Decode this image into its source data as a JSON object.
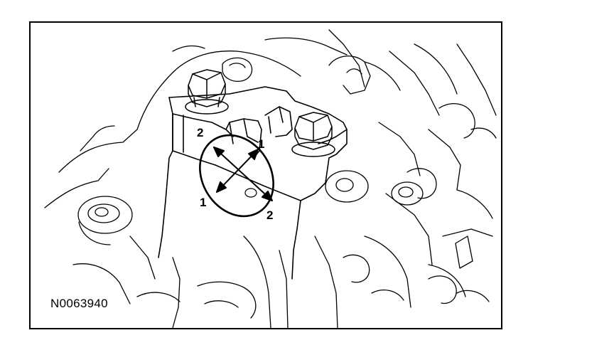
{
  "figure": {
    "id": "N0063940",
    "callouts": {
      "top_left": "2",
      "top_right": "1",
      "bottom_left": "1",
      "bottom_right": "2"
    }
  },
  "colors": {
    "line": "#000000",
    "background": "#ffffff"
  }
}
